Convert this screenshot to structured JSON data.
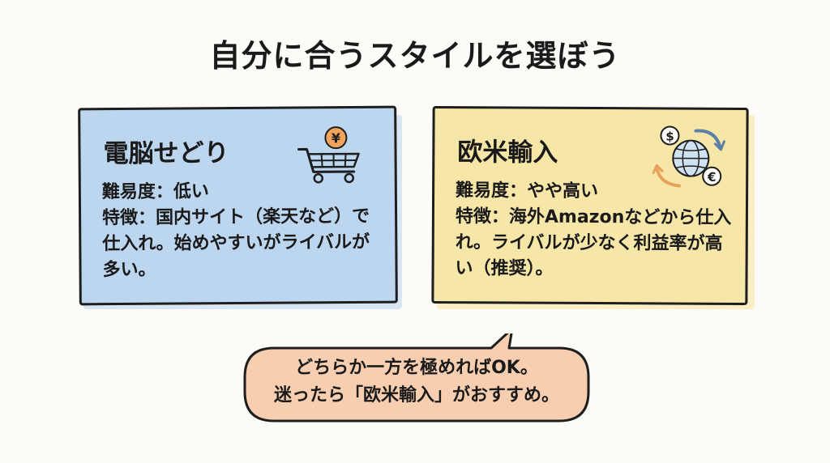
{
  "title": "自分に合うスタイルを選ぼう",
  "cards": [
    {
      "heading": "電脳せどり",
      "difficulty": "難易度：低い",
      "feature": "特徴：国内サイト（楽天など）で仕入れ。始めやすいがライバルが多い。",
      "icon": "shopping-cart-yen-icon",
      "color": "#bdd6ef"
    },
    {
      "heading": "欧米輸入",
      "difficulty": "難易度：やや高い",
      "feature": "特徴：海外Amazonなどから仕入れ。ライバルが少なく利益率が高い（推奨）。",
      "icon": "globe-currency-exchange-icon",
      "color": "#f6e6a8"
    }
  ],
  "callout": {
    "line1": "どちらか一方を極めればOK。",
    "line2": "迷ったら「欧米輸入」がおすすめ。",
    "color": "#f7cfb0"
  }
}
